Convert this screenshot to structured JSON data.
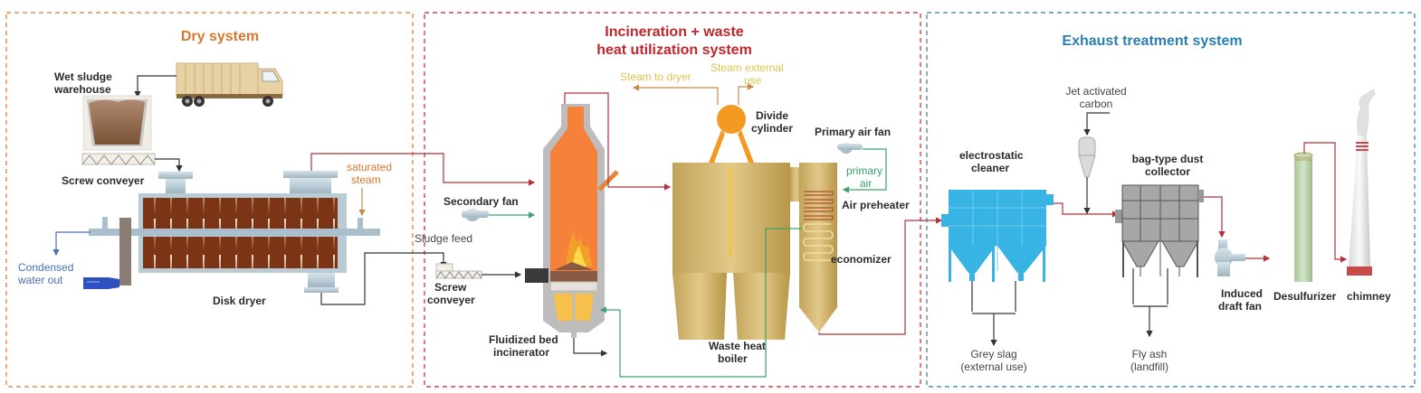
{
  "sections": {
    "dry": {
      "title": "Dry system",
      "color": "#d9772e"
    },
    "incineration": {
      "title_line1": "Incineration  + waste",
      "title_line2": "heat utilization system",
      "color": "#c0262c"
    },
    "exhaust": {
      "title": "Exhaust treatment system",
      "color": "#2a7fae"
    }
  },
  "labels": {
    "wet_sludge_1": "Wet sludge",
    "wet_sludge_2": "warehouse",
    "screw_conveyer": "Screw conveyer",
    "saturated_1": "saturated",
    "saturated_2": "steam",
    "condensed_1": "Condensed",
    "condensed_2": "water out",
    "disk_dryer": "Disk dryer",
    "sludge_feed": "Sludge feed",
    "screw2_1": "Screw",
    "screw2_2": "conveyer",
    "secondary_fan": "Secondary fan",
    "fbi_1": "Fluidized bed",
    "fbi_2": "incinerator",
    "steam_to_dryer": "Steam to dryer",
    "steam_ext_1": "Steam external",
    "steam_ext_2": "use",
    "divide_1": "Divide",
    "divide_2": "cylinder",
    "primary_air_fan": "Primary air fan",
    "primary_air_1": "primary",
    "primary_air_2": "air",
    "air_preheater": "Air preheater",
    "economizer": "economizer",
    "whb_1": "Waste heat",
    "whb_2": "boiler",
    "esp_1": "electrostatic",
    "esp_2": "cleaner",
    "jet_1": "Jet activated",
    "jet_2": "carbon",
    "bag_1": "bag-type dust",
    "bag_2": "collector",
    "idf_1": "Induced",
    "idf_2": "draft fan",
    "desulfurizer": "Desulfurizer",
    "chimney": "chimney",
    "grey_1": "Grey slag",
    "grey_2": "(external use)",
    "fly_1": "Fly ash",
    "fly_2": "(landfill)"
  },
  "colors": {
    "flue_gas": "#b5303a",
    "air": "#3aa36b",
    "steam": "#c98a4a",
    "material": "#333333",
    "water": "#4a6fb5",
    "steam_label": "#e0c24a"
  }
}
